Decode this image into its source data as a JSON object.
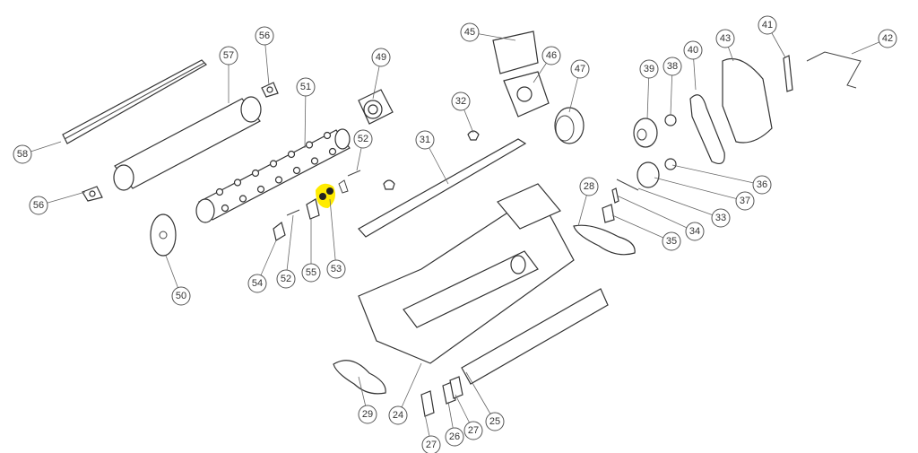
{
  "diagram": {
    "type": "exploded parts diagram",
    "highlight_color": "#ffeb00",
    "highlighted_part": "53",
    "callouts": [
      "45",
      "46",
      "47",
      "32",
      "31",
      "49",
      "51",
      "56",
      "57",
      "52",
      "58",
      "56",
      "50",
      "54",
      "52",
      "55",
      "53",
      "39",
      "38",
      "40",
      "43",
      "41",
      "42",
      "36",
      "37",
      "33",
      "34",
      "35",
      "28",
      "29",
      "24",
      "27",
      "26",
      "27",
      "25"
    ]
  }
}
